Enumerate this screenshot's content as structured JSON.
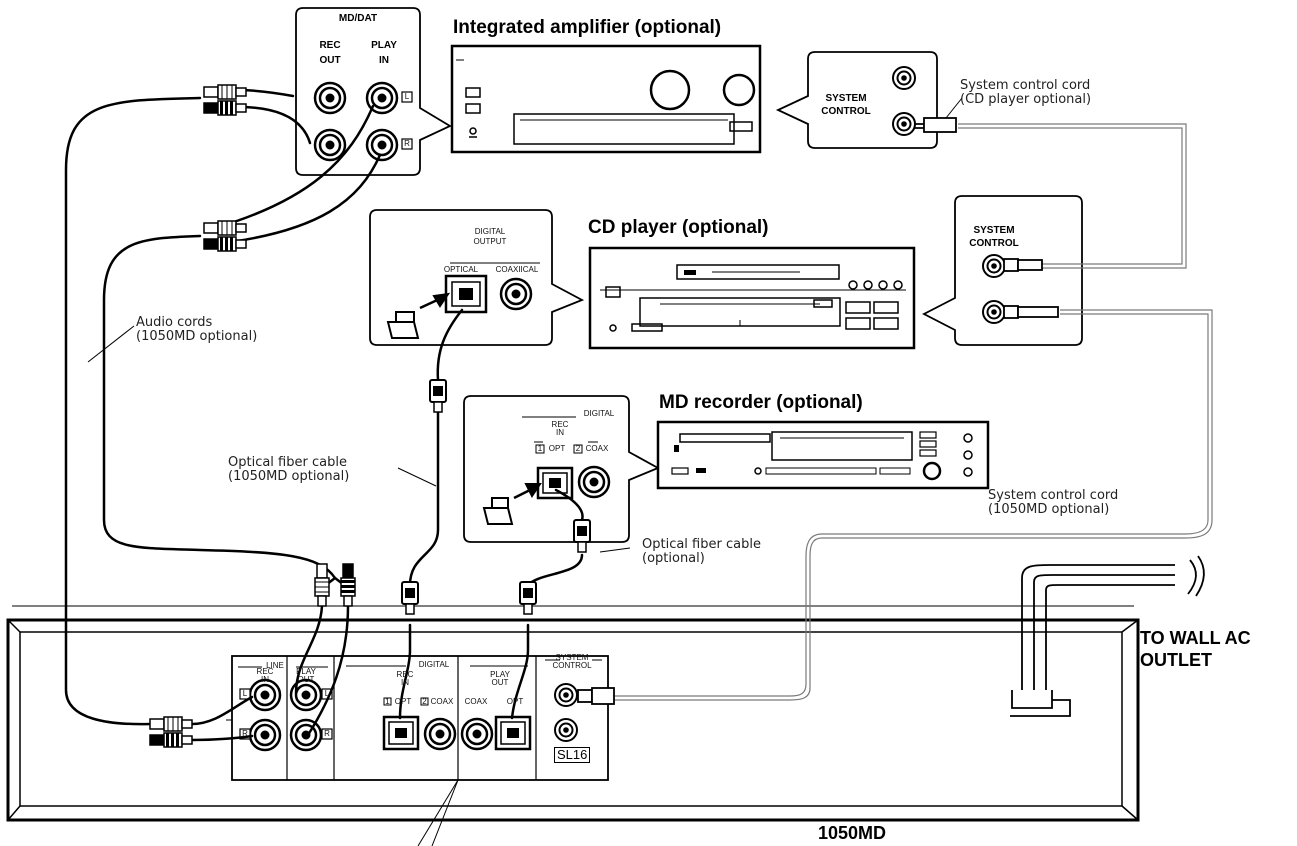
{
  "devices": {
    "amplifier": {
      "title": "Integrated amplifier  (optional)"
    },
    "cd_player": {
      "title": "CD player  (optional)"
    },
    "md_recorder": {
      "title": "MD recorder (optional)"
    },
    "main_unit": {
      "title": "1050MD"
    }
  },
  "callouts": {
    "md_dat": {
      "header": "MD/DAT",
      "rec_out": [
        "REC",
        "OUT"
      ],
      "play_in": [
        "PLAY",
        "IN"
      ],
      "ch_l": "L",
      "ch_r": "R"
    },
    "amp_sc": {
      "label": [
        "SYSTEM",
        "CONTROL"
      ]
    },
    "cd_digital": {
      "header": [
        "DIGITAL",
        "OUTPUT"
      ],
      "optical": "OPTICAL",
      "coaxial": "COAXIICAL"
    },
    "cd_sc": {
      "label": [
        "SYSTEM",
        "CONTROL"
      ]
    },
    "md_digital": {
      "header": "DIGITAL",
      "rec_in": [
        "REC",
        "IN"
      ],
      "opt": "OPT",
      "coax": "COAX",
      "num1": "1",
      "num2": "2"
    }
  },
  "panel": {
    "line": "LINE",
    "rec_in": [
      "REC",
      "IN"
    ],
    "play_out": [
      "PLAY",
      "OUT"
    ],
    "digital": "DIGITAL",
    "d_rec_in": [
      "REC",
      "IN"
    ],
    "d_play_out": [
      "PLAY",
      "OUT"
    ],
    "opt": "OPT",
    "coax": "COAX",
    "num1": "1",
    "num2": "2",
    "system_control": [
      "SYSTEM",
      "CONTROL"
    ],
    "sl": "SL16",
    "ch_l": "L",
    "ch_r": "R"
  },
  "annotations": {
    "sc_cord_cd": [
      "System control cord",
      "(CD player optional)"
    ],
    "audio_cords": [
      "Audio cords",
      "(1050MD optional)"
    ],
    "optical_1050": [
      "Optical fiber cable",
      "(1050MD optional)"
    ],
    "sc_cord_1050": [
      "System control cord",
      "(1050MD optional)"
    ],
    "optical_opt": [
      "Optical fiber cable",
      "(optional)"
    ],
    "wall": [
      "TO WALL AC",
      "OUTLET"
    ]
  },
  "colors": {
    "ink": "#000000",
    "background": "#ffffff",
    "light_wire": "#7a7a7a"
  }
}
